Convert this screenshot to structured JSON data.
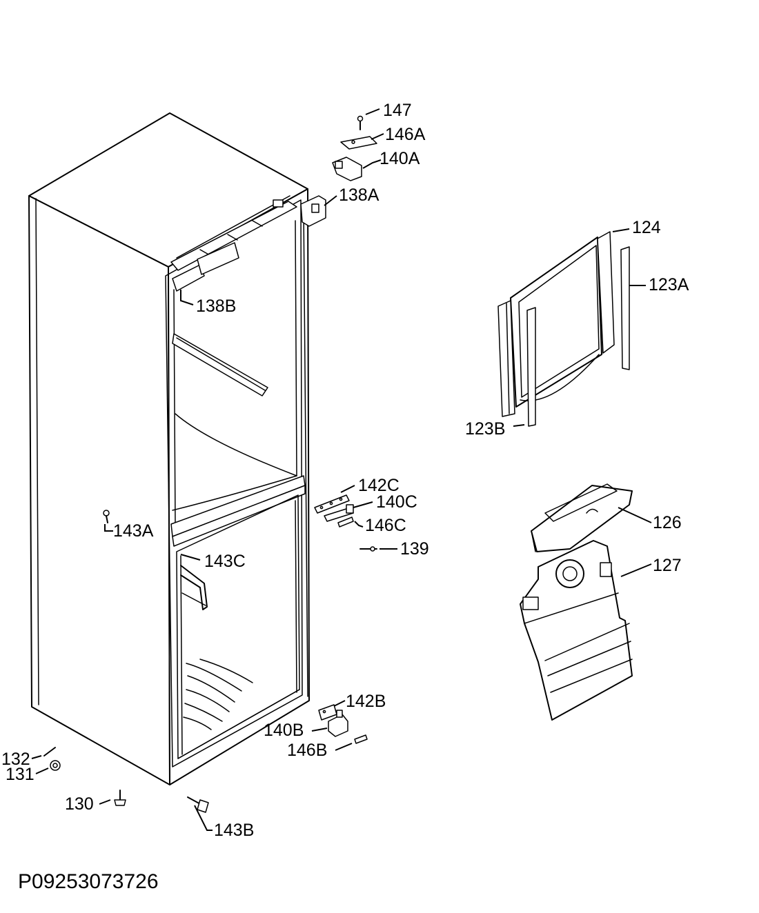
{
  "labels": {
    "p147": "147",
    "p146A": "146A",
    "p140A": "140A",
    "p138A": "138A",
    "p124": "124",
    "p123A": "123A",
    "p138B": "138B",
    "p123B": "123B",
    "p142C": "142C",
    "p140C": "140C",
    "p146C": "146C",
    "p126": "126",
    "p143A": "143A",
    "p139": "139",
    "p127": "127",
    "p143C": "143C",
    "p142B": "142B",
    "p140B": "140B",
    "p146B": "146B",
    "p132": "132",
    "p131": "131",
    "p130": "130",
    "p143B": "143B"
  },
  "document_id": "P09253073726"
}
